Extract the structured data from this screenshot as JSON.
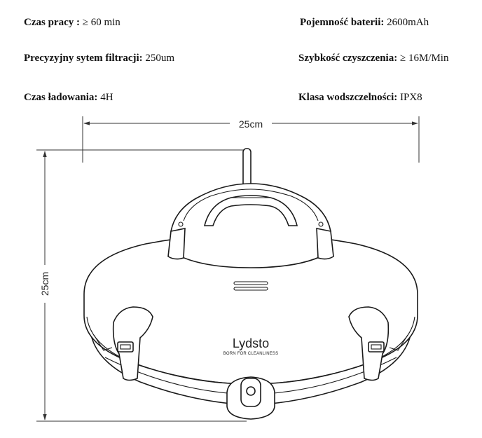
{
  "specs": [
    {
      "label": "Czas pracy :",
      "value": " ≥ 60 min"
    },
    {
      "label": "Pojemność baterii:",
      "value": " 2600mAh"
    },
    {
      "label": "Precyzyjny sytem filtracji:",
      "value": " 250um"
    },
    {
      "label": "Szybkość czyszczenia:",
      "value": " ≥ 16M/Min"
    },
    {
      "label": "Czas ładowania:",
      "value": " 4H"
    },
    {
      "label": "Klasa wodszczelności:",
      "value": " IPX8"
    }
  ],
  "dimensions": {
    "width_label": "25cm",
    "height_label": "25cm"
  },
  "device": {
    "brand": "Lydsto",
    "tagline": "BORN FOR CLEANLINESS"
  }
}
